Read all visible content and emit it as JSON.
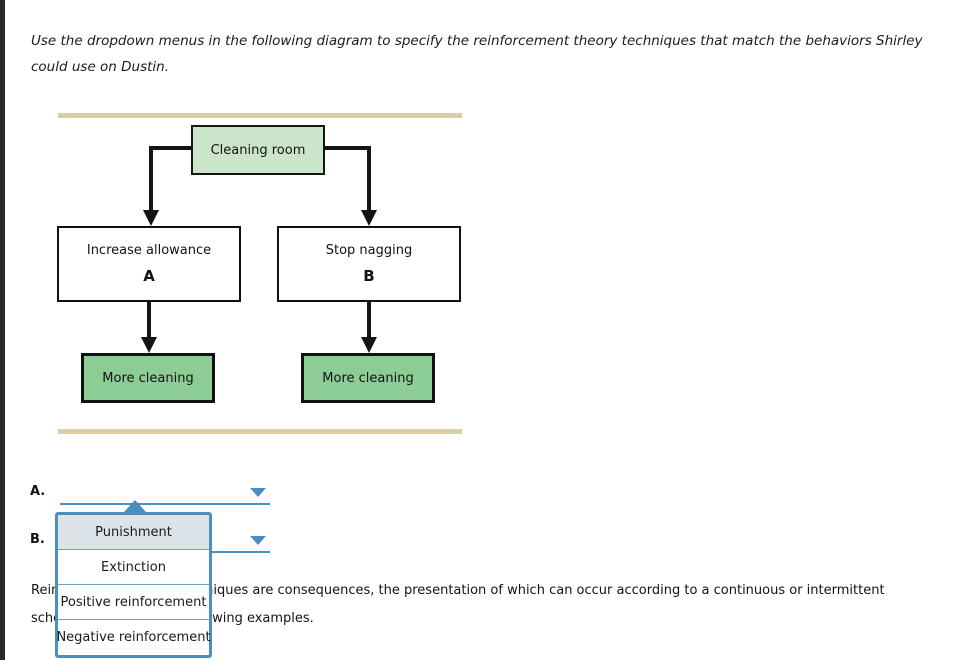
{
  "left_edge": {
    "color": "#252a2d"
  },
  "prompt": {
    "text": "Use the dropdown menus in the following diagram to specify the reinforcement theory techniques that match the behaviors Shirley could use on Dustin."
  },
  "diagram": {
    "rule_color": "#dbcda4",
    "root": {
      "label": "Cleaning room",
      "fill": "#cbe5cb"
    },
    "branches": [
      {
        "title": "Increase allowance",
        "letter": "A",
        "outcome": "More cleaning",
        "outcome_fill": "#8ccd96"
      },
      {
        "title": "Stop nagging",
        "letter": "B",
        "outcome": "More cleaning",
        "outcome_fill": "#8ccd96"
      }
    ]
  },
  "answers": {
    "accent_color": "#4a8fc0",
    "rows": [
      {
        "label": "A.",
        "value": "",
        "caret_icon": "chevron-down-icon"
      },
      {
        "label": "B.",
        "value": "",
        "caret_icon": "chevron-down-icon"
      }
    ]
  },
  "dropdown": {
    "open_for": "A",
    "border_color": "#4a8fc0",
    "highlight_color": "#dde4e9",
    "options": [
      "Punishment",
      "Extinction",
      "Positive reinforcement",
      "Negative reinforcement"
    ],
    "selected_index": 0
  },
  "body": {
    "text": "Reinforcement theory techniques are consequences, the presentation of which can occur according to a continuous or intermittent schedule. Consider the following examples."
  }
}
